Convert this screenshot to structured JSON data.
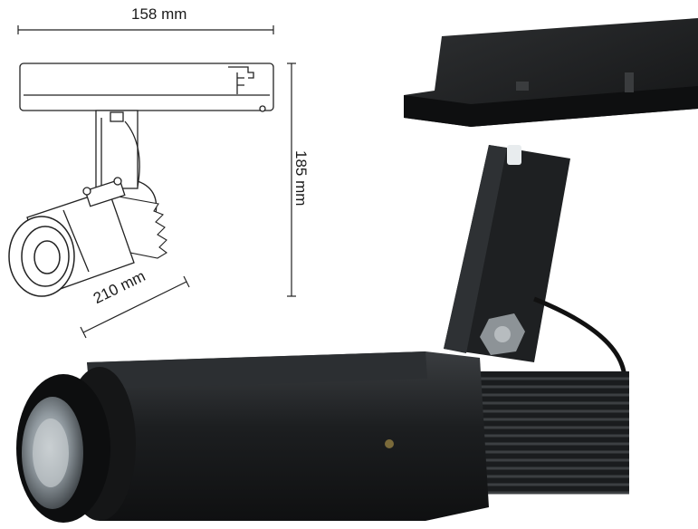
{
  "dimensions": {
    "width_label": "158 mm",
    "height_label": "185 mm",
    "length_label": "210 mm"
  },
  "colors": {
    "product_body": "#1b1d1f",
    "fin": "#2b2d30",
    "lens": "#9aa2a8",
    "drawing_line": "#222222",
    "background": "#ffffff"
  }
}
